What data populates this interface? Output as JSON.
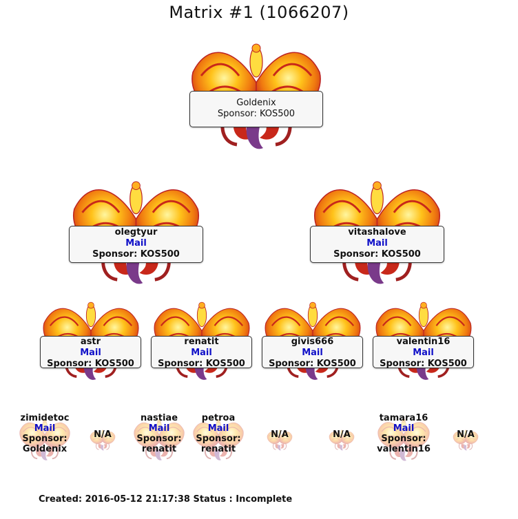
{
  "title": "Matrix #1 (1066207)",
  "root": {
    "name": "Goldenix",
    "sponsor": "Sponsor: KOS500"
  },
  "level2": [
    {
      "name": "olegtyur",
      "mail": "Mail",
      "sponsor": "Sponsor: KOS500"
    },
    {
      "name": "vitashalove",
      "mail": "Mail",
      "sponsor": "Sponsor: KOS500"
    }
  ],
  "level3": [
    {
      "name": "astr",
      "mail": "Mail",
      "sponsor": "Sponsor: KOS500"
    },
    {
      "name": "renatit",
      "mail": "Mail",
      "sponsor": "Sponsor: KOS500"
    },
    {
      "name": "givis666",
      "mail": "Mail",
      "sponsor": "Sponsor: KOS500"
    },
    {
      "name": "valentin16",
      "mail": "Mail",
      "sponsor": "Sponsor: KOS500"
    }
  ],
  "level4": [
    {
      "name": "zimidetoc",
      "mail": "Mail",
      "sponsor_label": "Sponsor:",
      "sponsor": "Goldenix"
    },
    {
      "na": "N/A"
    },
    {
      "name": "nastiae",
      "mail": "Mail",
      "sponsor_label": "Sponsor:",
      "sponsor": "renatit"
    },
    {
      "name": "petroa",
      "mail": "Mail",
      "sponsor_label": "Sponsor:",
      "sponsor": "renatit"
    },
    {
      "na": "N/A"
    },
    {
      "na": "N/A"
    },
    {
      "name": "tamara16",
      "mail": "Mail",
      "sponsor_label": "Sponsor:",
      "sponsor": "valentin16"
    },
    {
      "na": "N/A"
    }
  ],
  "footer": "Created: 2016-05-12 21:17:38 Status : Incomplete",
  "colors": {
    "mail_link": "#1010c8",
    "card_bg": "#f7f7f7",
    "phoenix_flame": "#f08a10",
    "phoenix_red": "#c8281a"
  }
}
